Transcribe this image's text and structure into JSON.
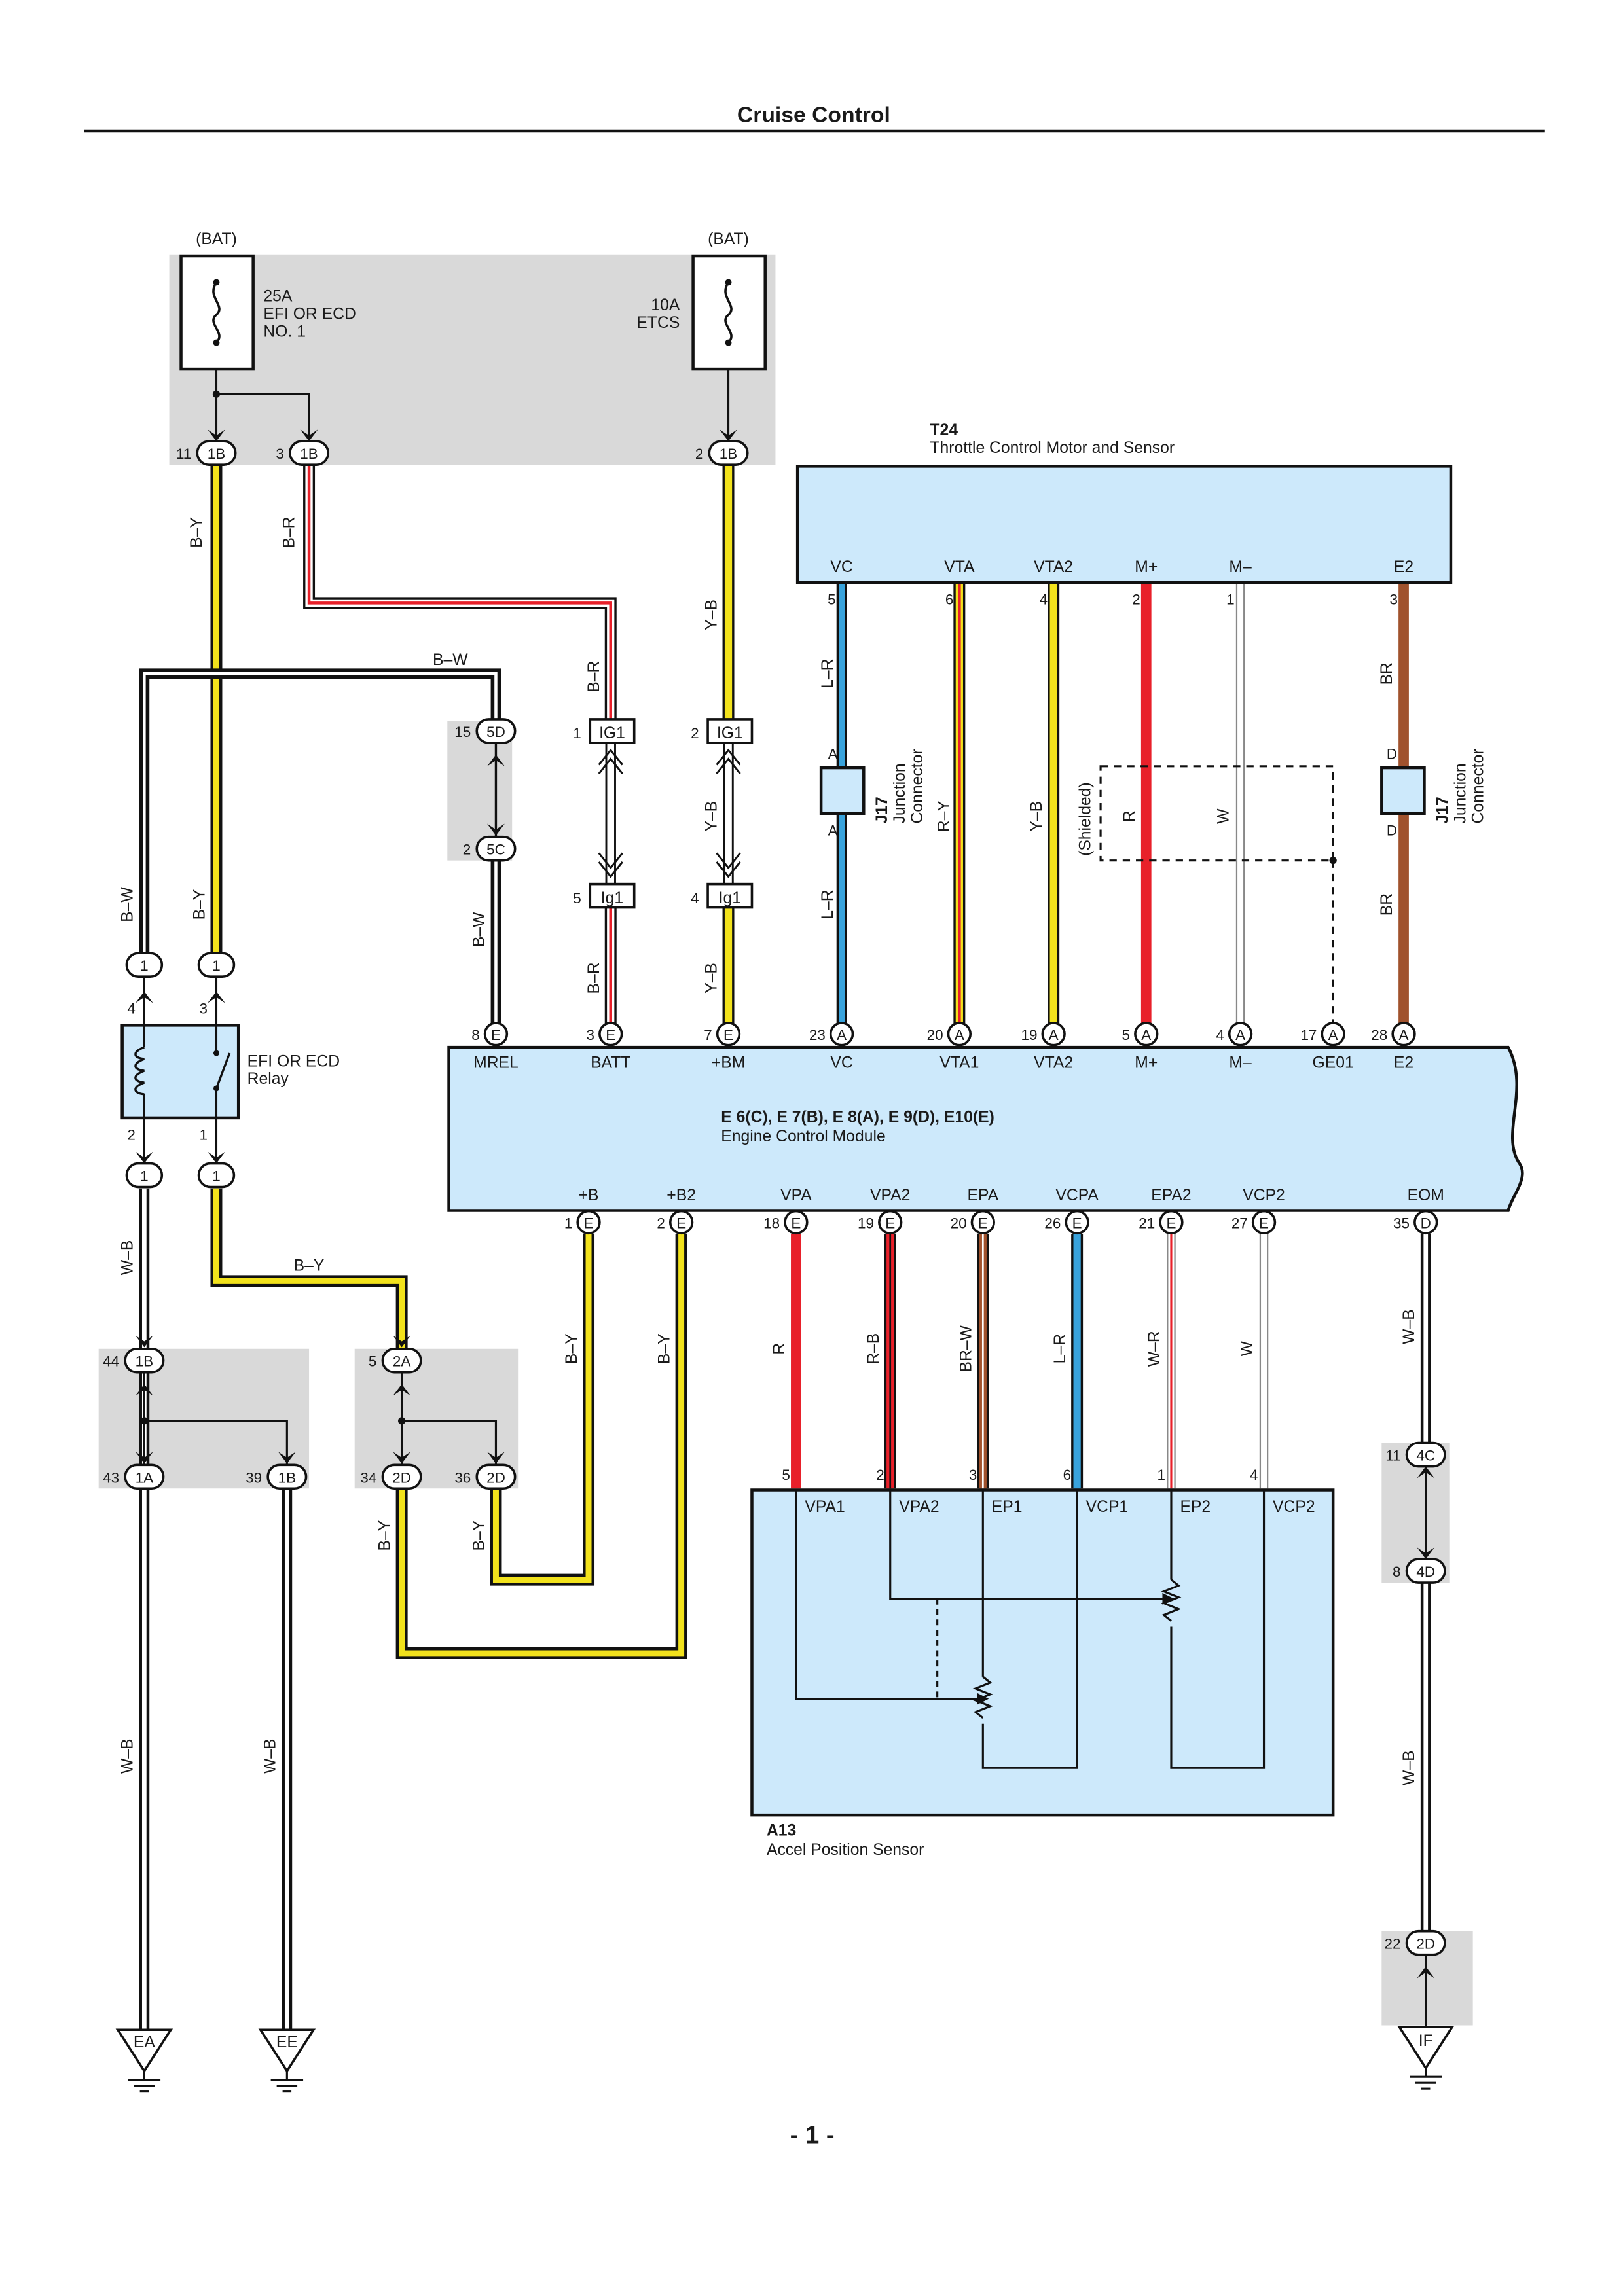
{
  "header": {
    "title": "Cruise Control",
    "page_number": "- 1 -"
  },
  "fuses": {
    "bat_left": "(BAT)",
    "bat_right": "(BAT)",
    "efi_lines": [
      "25A",
      "EFI OR ECD",
      "NO. 1"
    ],
    "etcs_lines": [
      "10A",
      "ETCS"
    ]
  },
  "t24": {
    "code": "T24",
    "name": "Throttle Control Motor and Sensor",
    "pins": [
      {
        "label": "VC",
        "num": "5"
      },
      {
        "label": "VTA",
        "num": "6"
      },
      {
        "label": "VTA2",
        "num": "4"
      },
      {
        "label": "M+",
        "num": "2"
      },
      {
        "label": "M–",
        "num": "1"
      },
      {
        "label": "E2",
        "num": "3"
      }
    ]
  },
  "ecm": {
    "codes": "E 6(C), E 7(B), E 8(A), E 9(D), E10(E)",
    "name": "Engine Control Module",
    "top_pins": [
      {
        "label": "MREL",
        "num": "8",
        "conn": "E"
      },
      {
        "label": "BATT",
        "num": "3",
        "conn": "E"
      },
      {
        "label": "+BM",
        "num": "7",
        "conn": "E"
      },
      {
        "label": "VC",
        "num": "23",
        "conn": "A"
      },
      {
        "label": "VTA1",
        "num": "20",
        "conn": "A"
      },
      {
        "label": "VTA2",
        "num": "19",
        "conn": "A"
      },
      {
        "label": "M+",
        "num": "5",
        "conn": "A"
      },
      {
        "label": "M–",
        "num": "4",
        "conn": "A"
      },
      {
        "label": "GE01",
        "num": "17",
        "conn": "A"
      },
      {
        "label": "E2",
        "num": "28",
        "conn": "A"
      }
    ],
    "bottom_pins": [
      {
        "label": "+B",
        "num": "1",
        "conn": "E"
      },
      {
        "label": "+B2",
        "num": "2",
        "conn": "E"
      },
      {
        "label": "VPA",
        "num": "18",
        "conn": "E"
      },
      {
        "label": "VPA2",
        "num": "19",
        "conn": "E"
      },
      {
        "label": "EPA",
        "num": "20",
        "conn": "E"
      },
      {
        "label": "VCPA",
        "num": "26",
        "conn": "E"
      },
      {
        "label": "EPA2",
        "num": "21",
        "conn": "E"
      },
      {
        "label": "VCP2",
        "num": "27",
        "conn": "E"
      },
      {
        "label": "EOM",
        "num": "35",
        "conn": "D"
      }
    ]
  },
  "a13": {
    "code": "A13",
    "name": "Accel Position Sensor",
    "pins": [
      {
        "label": "VPA1",
        "num": "5"
      },
      {
        "label": "VPA2",
        "num": "2"
      },
      {
        "label": "EP1",
        "num": "3"
      },
      {
        "label": "VCP1",
        "num": "6"
      },
      {
        "label": "EP2",
        "num": "1"
      },
      {
        "label": "VCP2",
        "num": "4"
      }
    ]
  },
  "relay": {
    "name_lines": [
      "EFI OR ECD",
      "Relay"
    ],
    "pins": [
      "4",
      "3",
      "2",
      "1"
    ]
  },
  "junction": {
    "code": "J17",
    "name_lines": [
      "Junction",
      "Connector"
    ],
    "pin_a": "A",
    "pin_d": "D"
  },
  "shielded": "(Shielded)",
  "connectors": {
    "c1B_11": {
      "num": "11",
      "label": "1B"
    },
    "c1B_3": {
      "num": "3",
      "label": "1B"
    },
    "c1B_2": {
      "num": "2",
      "label": "1B"
    },
    "c5D": {
      "num": "15",
      "label": "5D"
    },
    "c5C": {
      "num": "2",
      "label": "5C"
    },
    "cIG1_1": {
      "num": "1",
      "label": "IG1"
    },
    "cIG1_2": {
      "num": "2",
      "label": "IG1"
    },
    "cIg1_5": {
      "num": "5",
      "label": "Ig1"
    },
    "cIg1_4": {
      "num": "4",
      "label": "Ig1"
    },
    "r1a": "1",
    "r1b": "1",
    "r1c": "1",
    "r1d": "1",
    "c1B_44": {
      "num": "44",
      "label": "1B"
    },
    "c1A_43": {
      "num": "43",
      "label": "1A"
    },
    "c1B_39": {
      "num": "39",
      "label": "1B"
    },
    "c2A_5": {
      "num": "5",
      "label": "2A"
    },
    "c2D_34": {
      "num": "34",
      "label": "2D"
    },
    "c2D_36": {
      "num": "36",
      "label": "2D"
    },
    "c4C": {
      "num": "11",
      "label": "4C"
    },
    "c4D": {
      "num": "8",
      "label": "4D"
    },
    "c2D_22": {
      "num": "22",
      "label": "2D"
    }
  },
  "wires": {
    "by_top": "B–Y",
    "br_top": "B–R",
    "yb_top": "Y–B",
    "bw_top": "B–W",
    "br_mid": "B–R",
    "yb_mid": "Y–B",
    "lr_top": "L–R",
    "br_right": "BR",
    "bw_left": "B–W",
    "by_left": "B–Y",
    "br_low": "B–R",
    "yb_low": "Y–B",
    "bw_5c": "B–W",
    "lr_low": "L–R",
    "ry": "R–Y",
    "yb_vta2": "Y–B",
    "r_m": "R",
    "w_m": "W",
    "br_low_right": "BR",
    "wb_relay": "W–B",
    "by_relay": "B–Y",
    "by_b": "B–Y",
    "by_b2": "B–Y",
    "r_vpa": "R",
    "rb_vpa2": "R–B",
    "brw_epa": "BR–W",
    "lr_vcpa": "L–R",
    "wr_epa2": "W–R",
    "w_vcp2": "W",
    "wb_eom": "W–B",
    "by_2d34": "B–Y",
    "by_2d36": "B–Y",
    "wb_43": "W–B",
    "wb_39": "W–B",
    "wb_low": "W–B"
  },
  "grounds": [
    "EA",
    "EE",
    "IF"
  ],
  "colors": {
    "module": "#cde9fb",
    "splice_box": "#d9d9d9",
    "yellow": "#f2e21c",
    "red": "#e8202a",
    "brown": "#a0522d",
    "blue": "#39a3dc"
  }
}
